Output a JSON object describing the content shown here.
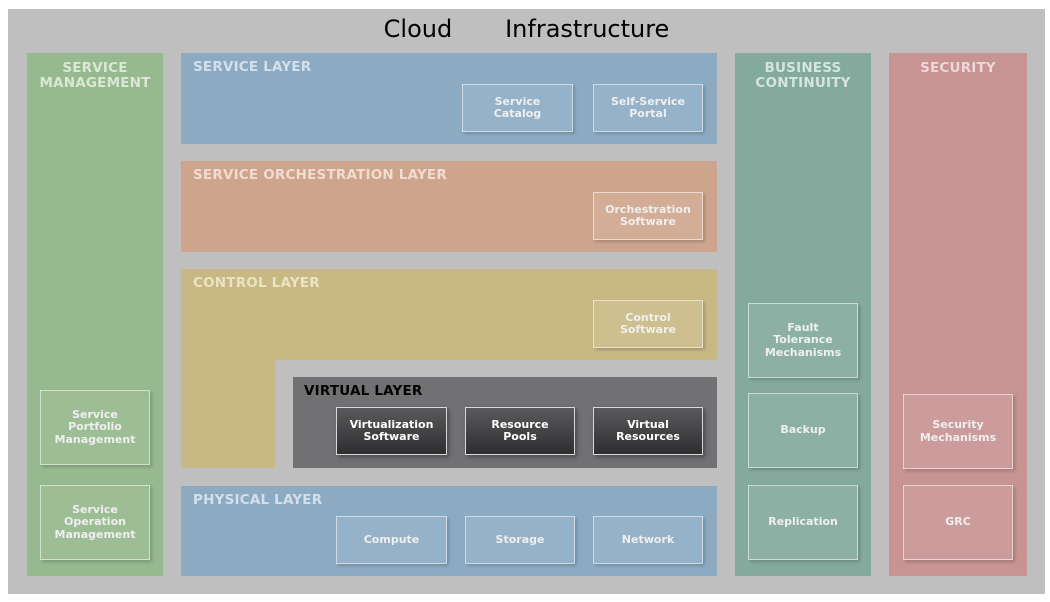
{
  "title": "Cloud   Infrastructure",
  "service_management": {
    "label": "SERVICE\nMANAGEMENT",
    "boxes": [
      "Service\nPortfolio\nManagement",
      "Service\nOperation\nManagement"
    ]
  },
  "service_layer": {
    "label": "SERVICE LAYER",
    "boxes": [
      "Service\nCatalog",
      "Self-Service\nPortal"
    ]
  },
  "orchestration_layer": {
    "label": "SERVICE ORCHESTRATION LAYER",
    "boxes": [
      "Orchestration\nSoftware"
    ]
  },
  "control_layer": {
    "label": "CONTROL LAYER",
    "boxes": [
      "Control\nSoftware"
    ]
  },
  "virtual_layer": {
    "label": "VIRTUAL LAYER",
    "boxes": [
      "Virtualization\nSoftware",
      "Resource\nPools",
      "Virtual\nResources"
    ]
  },
  "physical_layer": {
    "label": "PHYSICAL LAYER",
    "boxes": [
      "Compute",
      "Storage",
      "Network"
    ]
  },
  "business_continuity": {
    "label": "BUSINESS\nCONTINUITY",
    "boxes": [
      "Fault\nTolerance\nMechanisms",
      "Backup",
      "Replication"
    ]
  },
  "security": {
    "label": "SECURITY",
    "boxes": [
      "Security\nMechanisms",
      "GRC"
    ]
  }
}
